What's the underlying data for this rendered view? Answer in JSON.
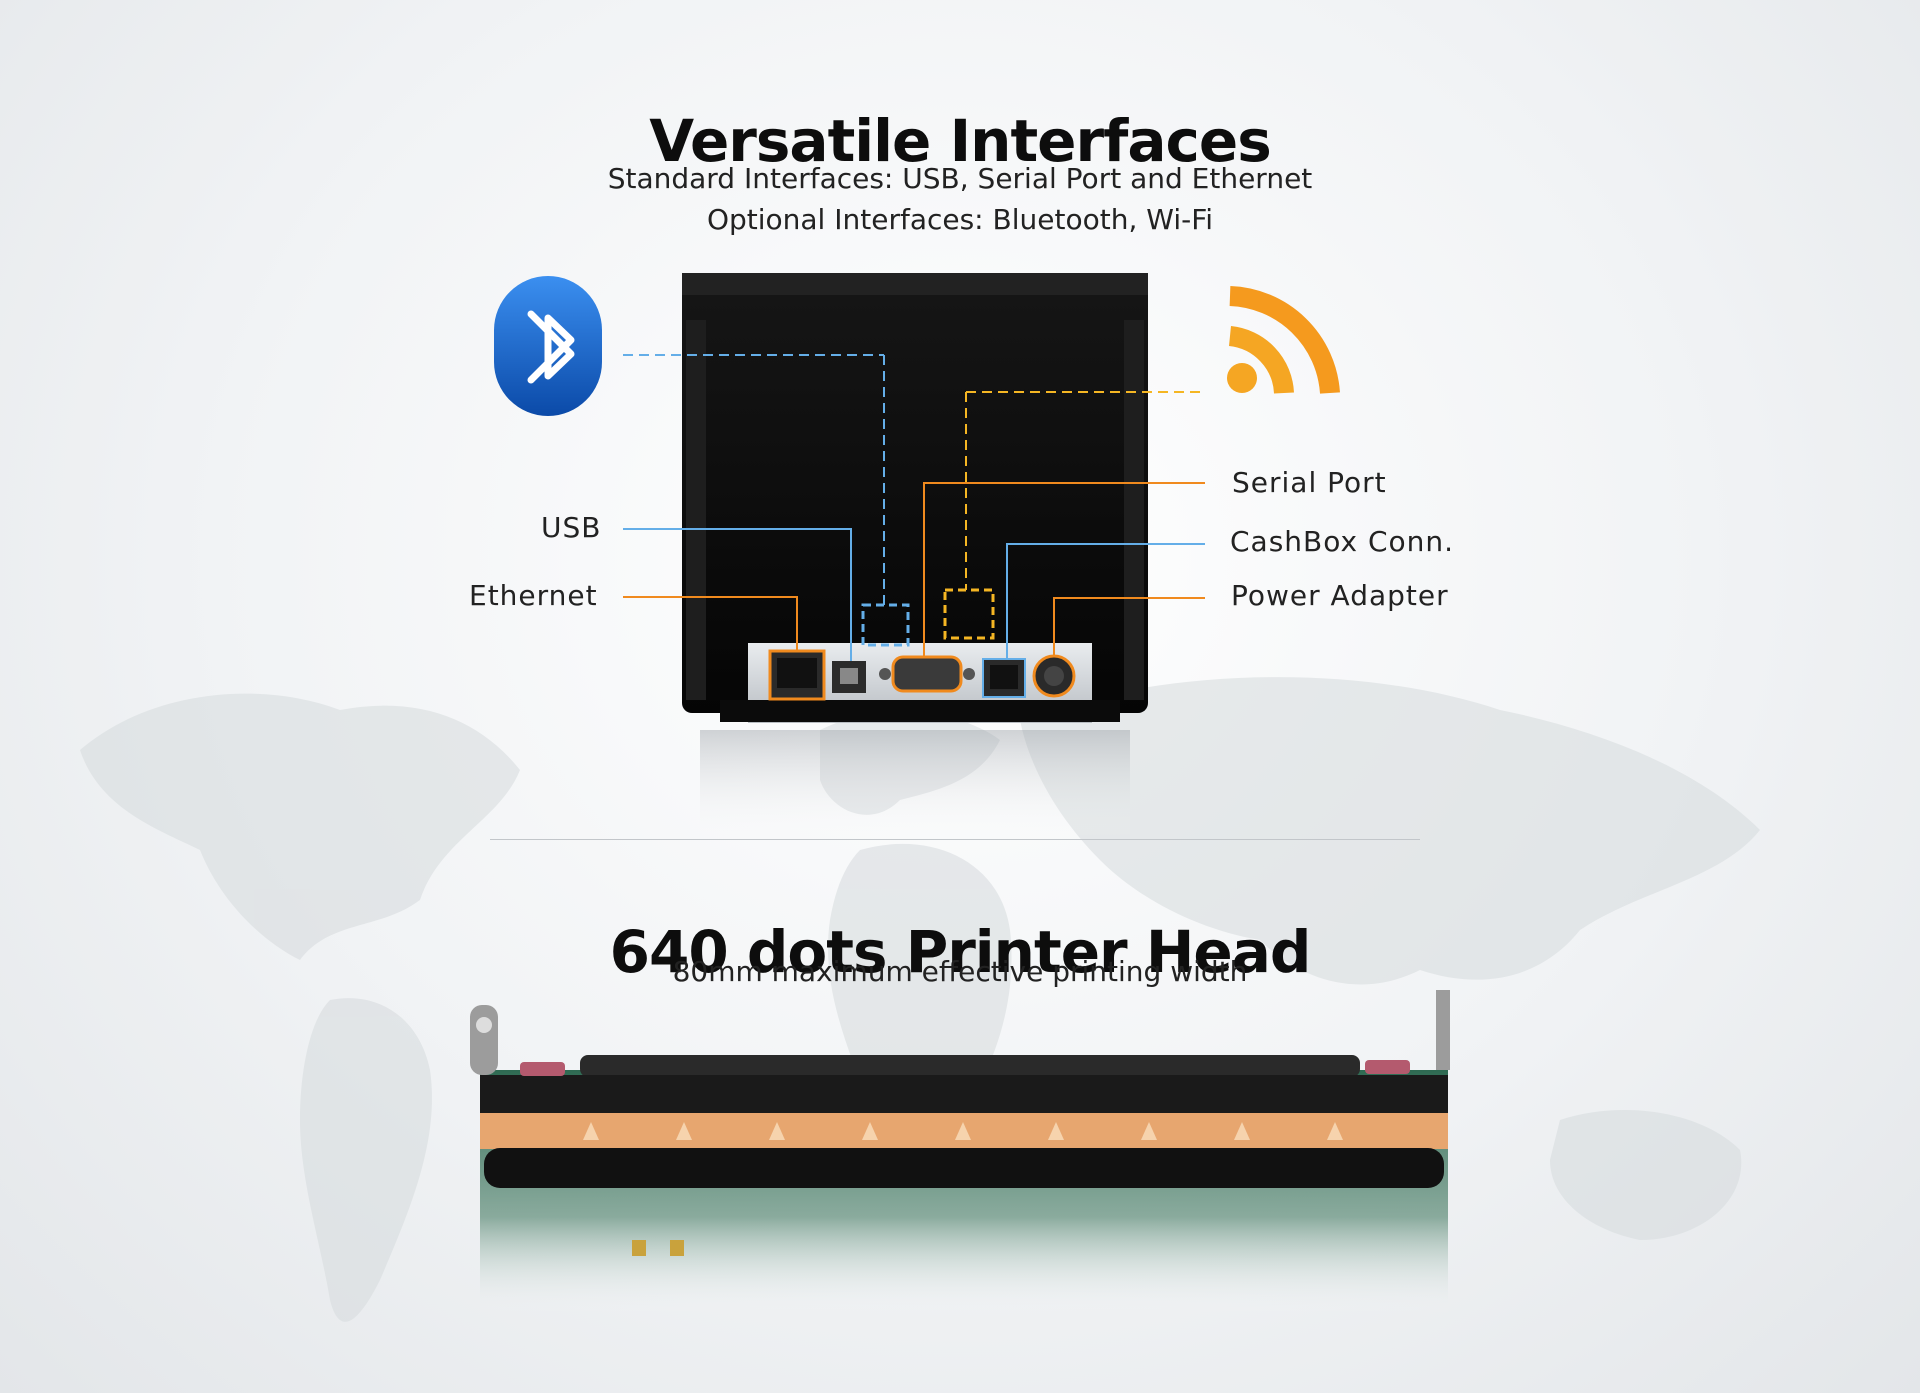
{
  "interfaces_section": {
    "title": "Versatile Interfaces",
    "standard_line": "Standard Interfaces: USB, Serial Port and Ethernet",
    "optional_line": "Optional Interfaces: Bluetooth, Wi-Fi"
  },
  "port_labels": {
    "usb": "USB",
    "ethernet": "Ethernet",
    "serial": "Serial Port",
    "cashbox": "CashBox Conn.",
    "power": "Power Adapter"
  },
  "icons": {
    "bluetooth": "bluetooth-icon",
    "wifi": "wifi-icon"
  },
  "colors": {
    "accent_orange": "#f08a1e",
    "accent_blue": "#64aee8",
    "accent_yellow": "#f5b623",
    "bluetooth_blue": "#1560c4"
  },
  "head_section": {
    "title": "640 dots Printer Head",
    "subtitle": "80mm maximum effective printing width"
  }
}
